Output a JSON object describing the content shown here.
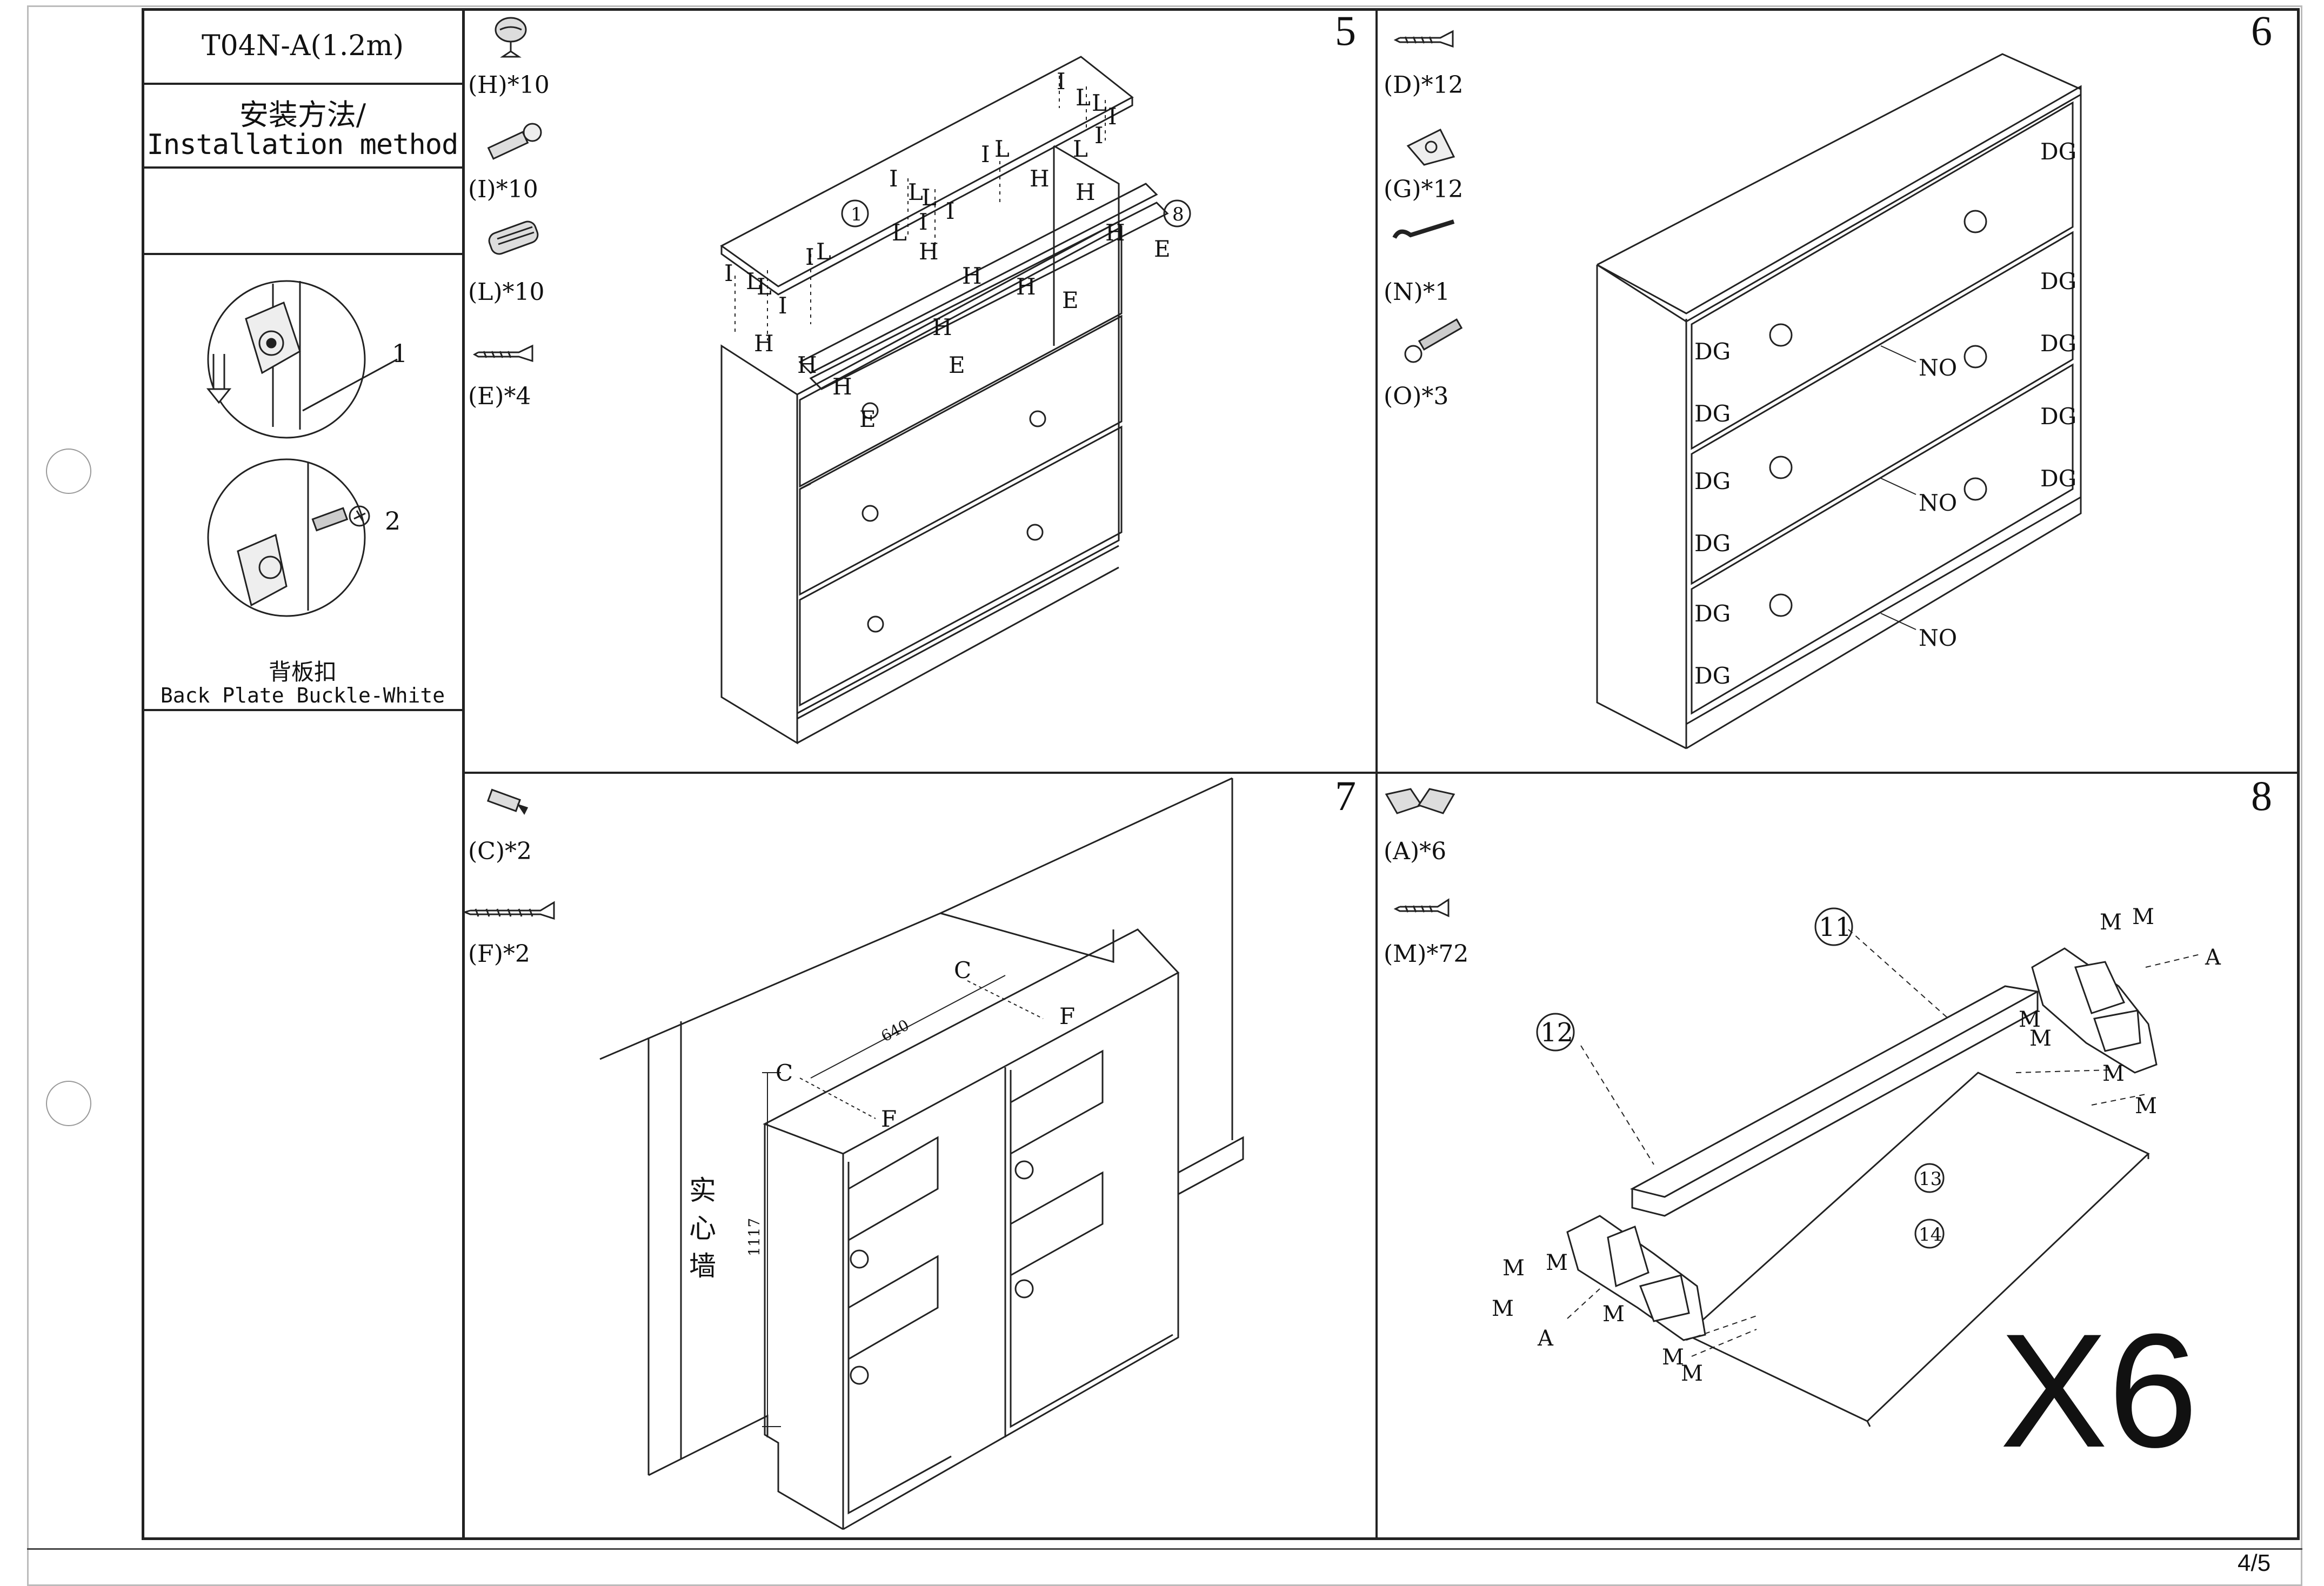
{
  "sidebar": {
    "model": "T04N-A(1.2m)",
    "method_cn": "安装方法/",
    "method_en": "Installation method",
    "callout_1": "1",
    "callout_2": "2",
    "buckle_cn": "背板扣",
    "buckle_en": "Back Plate Buckle-White"
  },
  "steps": [
    {
      "number": "5",
      "parts": [
        "(H)*10",
        "(I)*10",
        "(L)*10",
        "(E)*4"
      ],
      "labels": {
        "H": "H",
        "I": "I",
        "L": "L",
        "E": "E",
        "p1": "1",
        "p8": "8"
      }
    },
    {
      "number": "6",
      "parts": [
        "(D)*12",
        "(G)*12",
        "(N)*1",
        "(O)*3"
      ],
      "labels": {
        "DG": "DG",
        "NO": "NO"
      }
    },
    {
      "number": "7",
      "parts": [
        "(C)*2",
        "(F)*2"
      ],
      "labels": {
        "C": "C",
        "F": "F",
        "dim_w": "640",
        "dim_h": "1117",
        "wall_1": "实",
        "wall_2": "心",
        "wall_3": "墙"
      }
    },
    {
      "number": "8",
      "parts": [
        "(A)*6",
        "(M)*72"
      ],
      "labels": {
        "M": "M",
        "A": "A",
        "p11": "11",
        "p12": "12",
        "p13": "13",
        "p14": "14",
        "times": "X6"
      }
    }
  ],
  "footer": {
    "page": "4/5"
  }
}
